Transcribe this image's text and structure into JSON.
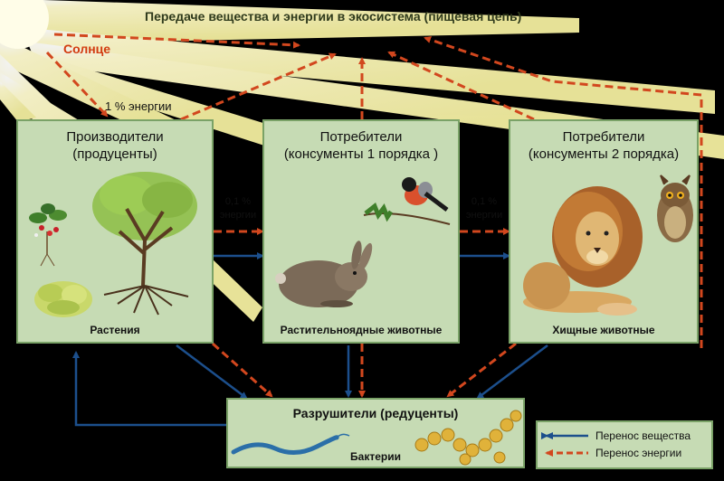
{
  "title": "Передаче вещества и энергии в экосистема (пищевая цепь)",
  "sun_label": "Солнце",
  "energy_1pct": "1 % энергии",
  "energy_01pct_a": [
    "0,1 %",
    "энергии"
  ],
  "energy_01pct_b": [
    "0,1 %",
    "энергии"
  ],
  "producers": {
    "title": [
      "Производители",
      "(продуценты)"
    ],
    "caption": "Растения"
  },
  "consumers1": {
    "title": [
      "Потребители",
      "(консументы 1 порядка )"
    ],
    "caption": "Растительноядные животные"
  },
  "consumers2": {
    "title": [
      "Потребители",
      "(консументы 2 порядка)"
    ],
    "caption": "Хищные животные"
  },
  "decomposers": {
    "title": "Разрушители (редуценты)",
    "caption": "Бактерии"
  },
  "legend": {
    "matter": "Перенос вещества",
    "energy": "Перенос энергии"
  },
  "colors": {
    "matter_arrow": "#1c4f8c",
    "energy_arrow": "#d2471e",
    "box_fill": "#c6dbb4",
    "box_border": "#7aa267",
    "sun": "#fff6a0"
  },
  "icons": [
    "sun-icon",
    "strawberry-plant-icon",
    "tree-icon",
    "moss-icon",
    "bullfinch-icon",
    "rabbit-icon",
    "lion-icon",
    "owl-icon",
    "bacteria-icon"
  ]
}
